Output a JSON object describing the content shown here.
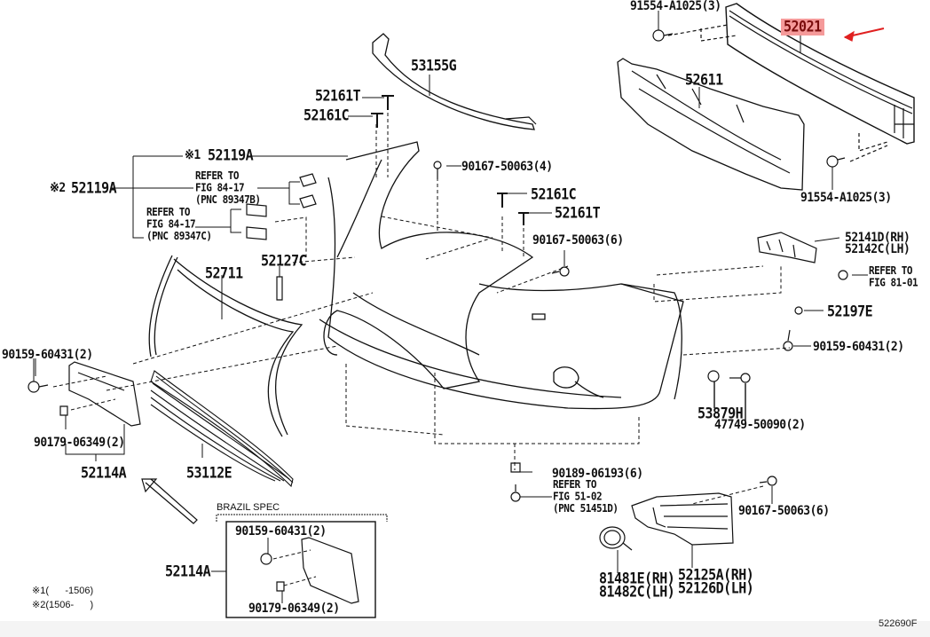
{
  "diagram": {
    "figure_id": "522690F",
    "highlight_color": "#f59a9a",
    "arrow_color": "#e02020",
    "highlighted_part": "52021",
    "notes": [
      {
        "mark": "※1",
        "text": "(      -1506)"
      },
      {
        "mark": "※2",
        "text": "(1506-      )"
      }
    ],
    "brazil_spec_label": "BRAZIL SPEC",
    "parts": {
      "p52021": "52021",
      "p91554_top": "91554-A1025(3)",
      "p91554_bot": "91554-A1025(3)",
      "p52611": "52611",
      "p53155G": "53155G",
      "p52161T_a": "52161T",
      "p52161C_a": "52161C",
      "p52119A_1_mark": "※1",
      "p52119A_1": "52119A",
      "p52119A_2_mark": "※2",
      "p52119A_2": "52119A",
      "ref_84_17_b": [
        "REFER TO",
        "FIG 84-17",
        "(PNC 89347B)"
      ],
      "ref_84_17_c": [
        "REFER TO",
        "FIG 84-17",
        "(PNC 89347C)"
      ],
      "p90167_4": "90167-50063(4)",
      "p52161C_b": "52161C",
      "p52161T_b": "52161T",
      "p90167_6a": "90167-50063(6)",
      "p52127C": "52127C",
      "p52711": "52711",
      "p52141D": "52141D(RH)",
      "p52142C": "52142C(LH)",
      "ref_81_01": [
        "REFER TO",
        "FIG 81-01"
      ],
      "p52197E": "52197E",
      "p90159_r": "90159-60431(2)",
      "p90159_l": "90159-60431(2)",
      "p53879H": "53879H",
      "p47749": "47749-50090(2)",
      "p90179_l": "90179-06349(2)",
      "p52114A_l": "52114A",
      "p53112E": "53112E",
      "p90189": "90189-06193(6)",
      "ref_51_02": [
        "REFER TO",
        "FIG 51-02",
        "(PNC 51451D)"
      ],
      "p90167_6b": "90167-50063(6)",
      "p81481E": "81481E(RH)",
      "p81482C": "81482C(LH)",
      "p52125A": "52125A(RH)",
      "p52126D": "52126D(LH)",
      "p52114A_b": "52114A",
      "p90159_b": "90159-60431(2)",
      "p90179_b": "90179-06349(2)"
    }
  }
}
